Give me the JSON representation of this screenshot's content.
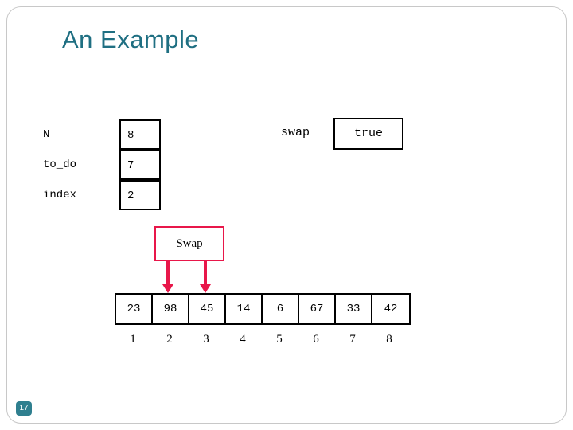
{
  "slide": {
    "title": "An  Example",
    "page_number": "17",
    "accent_color": "#1f6f82",
    "callout_color": "#e8174a"
  },
  "variables": [
    {
      "name": "N",
      "value": "8"
    },
    {
      "name": "to_do",
      "value": "7"
    },
    {
      "name": "index",
      "value": "2"
    }
  ],
  "swap": {
    "label": "swap",
    "value": "true"
  },
  "callout": {
    "label": "Swap"
  },
  "array": {
    "values": [
      "23",
      "98",
      "45",
      "14",
      "6",
      "67",
      "33",
      "42"
    ],
    "indices": [
      "1",
      "2",
      "3",
      "4",
      "5",
      "6",
      "7",
      "8"
    ]
  }
}
